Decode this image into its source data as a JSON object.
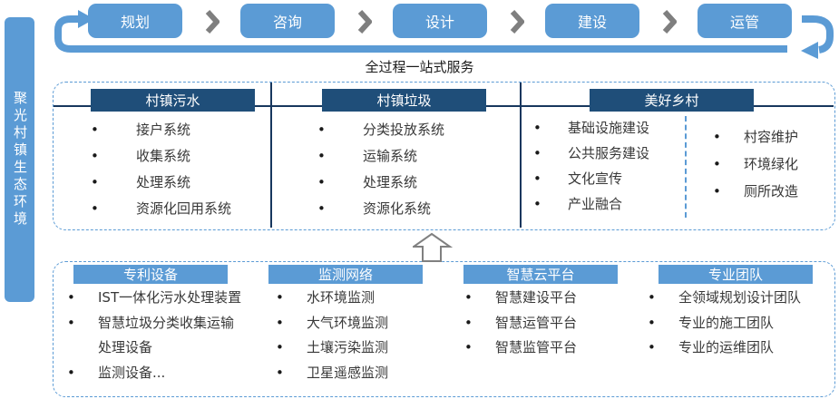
{
  "top_flow": {
    "steps": [
      "规划",
      "咨询",
      "设计",
      "建设",
      "运管"
    ]
  },
  "banner": {
    "label": "全过程一站式服务"
  },
  "sidebar": {
    "label": "聚光村镇生态环境"
  },
  "service_panel": {
    "columns": [
      {
        "title": "村镇污水",
        "items": [
          "接户系统",
          "收集系统",
          "处理系统",
          "资源化回用系统"
        ]
      },
      {
        "title": "村镇垃圾",
        "items": [
          "分类投放系统",
          "运输系统",
          "处理系统",
          "资源化系统"
        ]
      },
      {
        "title": "美好乡村",
        "sub_columns": [
          {
            "items": [
              "基础设施建设",
              "公共服务建设",
              "文化宣传",
              "产业融合"
            ]
          },
          {
            "items": [
              "村容维护",
              "环境绿化",
              "厕所改造"
            ]
          }
        ]
      }
    ]
  },
  "capability_panel": {
    "columns": [
      {
        "title": "专利设备",
        "items": [
          "IST一体化污水处理装置",
          "智慧垃圾分类收集运输\n处理设备",
          "监测设备..."
        ]
      },
      {
        "title": "监测网络",
        "items": [
          "水环境监测",
          "大气环境监测",
          "土壤污染监测",
          "卫星遥感监测"
        ]
      },
      {
        "title": "智慧云平台",
        "items": [
          "智慧建设平台",
          "智慧运管平台",
          "智慧监管平台"
        ]
      },
      {
        "title": "专业团队",
        "items": [
          "全领域规划设计团队",
          "专业的施工团队",
          "专业的运维团队"
        ]
      }
    ]
  },
  "colors": {
    "accent_blue": "#5B9BD5",
    "dark_navy": "#1F4E79",
    "separator_navy": "#17375E",
    "chevron_gray": "#7F7F7F",
    "arrow_outline_gray": "#808080",
    "text_dark": "#383838"
  }
}
